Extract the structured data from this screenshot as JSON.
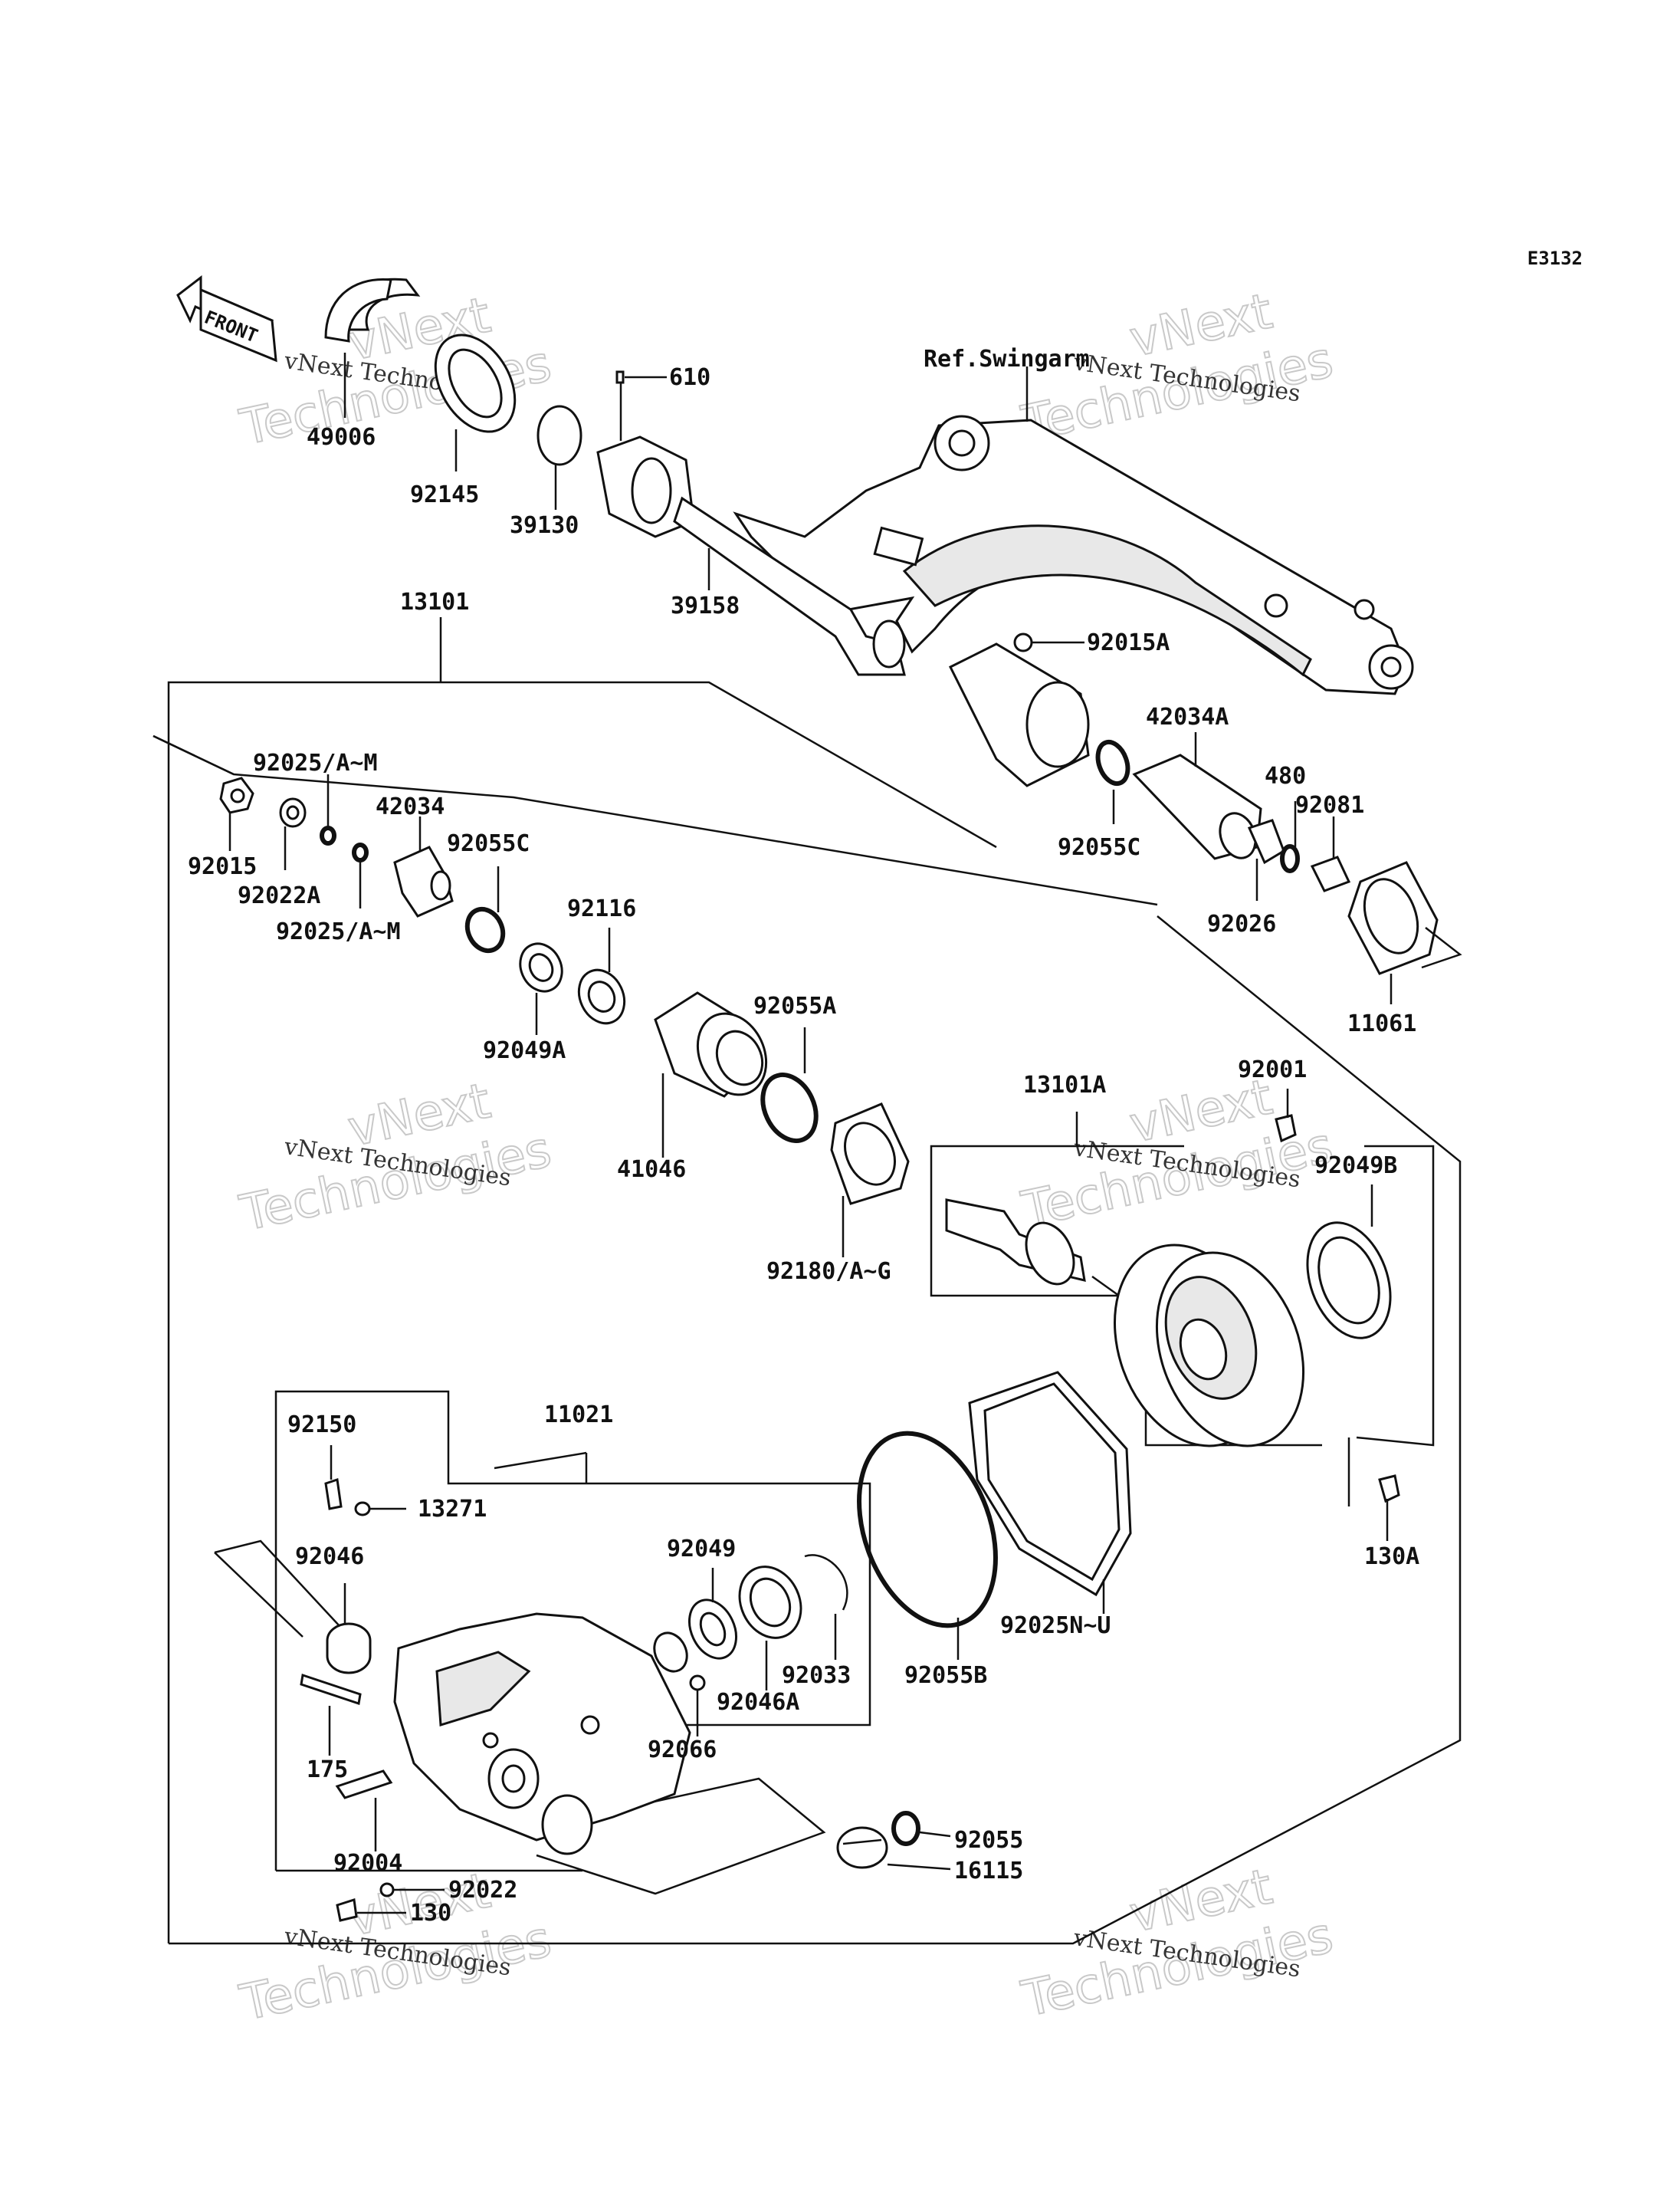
{
  "diagram": {
    "code": "E3132",
    "front_label": "FRONT",
    "ref_label": "Ref.Swingarm",
    "watermark_line1": "vNext Technologies",
    "watermark_line2": "vNext",
    "watermark_line3": "Technologies",
    "parts": [
      {
        "id": "49006",
        "text": "49006"
      },
      {
        "id": "92145",
        "text": "92145"
      },
      {
        "id": "39130",
        "text": "39130"
      },
      {
        "id": "610",
        "text": "610"
      },
      {
        "id": "39158",
        "text": "39158"
      },
      {
        "id": "13101",
        "text": "13101"
      },
      {
        "id": "92015A",
        "text": "92015A"
      },
      {
        "id": "42034A",
        "text": "42034A"
      },
      {
        "id": "92025-AM-1",
        "text": "92025/A~M"
      },
      {
        "id": "92015",
        "text": "92015"
      },
      {
        "id": "92022A",
        "text": "92022A"
      },
      {
        "id": "92025-AM-2",
        "text": "92025/A~M"
      },
      {
        "id": "42034",
        "text": "42034"
      },
      {
        "id": "92055C-1",
        "text": "92055C"
      },
      {
        "id": "92055C-2",
        "text": "92055C"
      },
      {
        "id": "480",
        "text": "480"
      },
      {
        "id": "92081",
        "text": "92081"
      },
      {
        "id": "92026",
        "text": "92026"
      },
      {
        "id": "11061",
        "text": "11061"
      },
      {
        "id": "92116",
        "text": "92116"
      },
      {
        "id": "92049A",
        "text": "92049A"
      },
      {
        "id": "92055A",
        "text": "92055A"
      },
      {
        "id": "41046",
        "text": "41046"
      },
      {
        "id": "13101A",
        "text": "13101A"
      },
      {
        "id": "92001",
        "text": "92001"
      },
      {
        "id": "92049B",
        "text": "92049B"
      },
      {
        "id": "92180",
        "text": "92180/A~G"
      },
      {
        "id": "11021",
        "text": "11021"
      },
      {
        "id": "92150",
        "text": "92150"
      },
      {
        "id": "13271",
        "text": "13271"
      },
      {
        "id": "92046",
        "text": "92046"
      },
      {
        "id": "92049",
        "text": "92049"
      },
      {
        "id": "92033",
        "text": "92033"
      },
      {
        "id": "92055B",
        "text": "92055B"
      },
      {
        "id": "92025NU",
        "text": "92025N~U"
      },
      {
        "id": "130A",
        "text": "130A"
      },
      {
        "id": "92046A",
        "text": "92046A"
      },
      {
        "id": "175",
        "text": "175"
      },
      {
        "id": "92066",
        "text": "92066"
      },
      {
        "id": "92004",
        "text": "92004"
      },
      {
        "id": "92055",
        "text": "92055"
      },
      {
        "id": "16115",
        "text": "16115"
      },
      {
        "id": "92022",
        "text": "92022"
      },
      {
        "id": "130",
        "text": "130"
      }
    ]
  }
}
